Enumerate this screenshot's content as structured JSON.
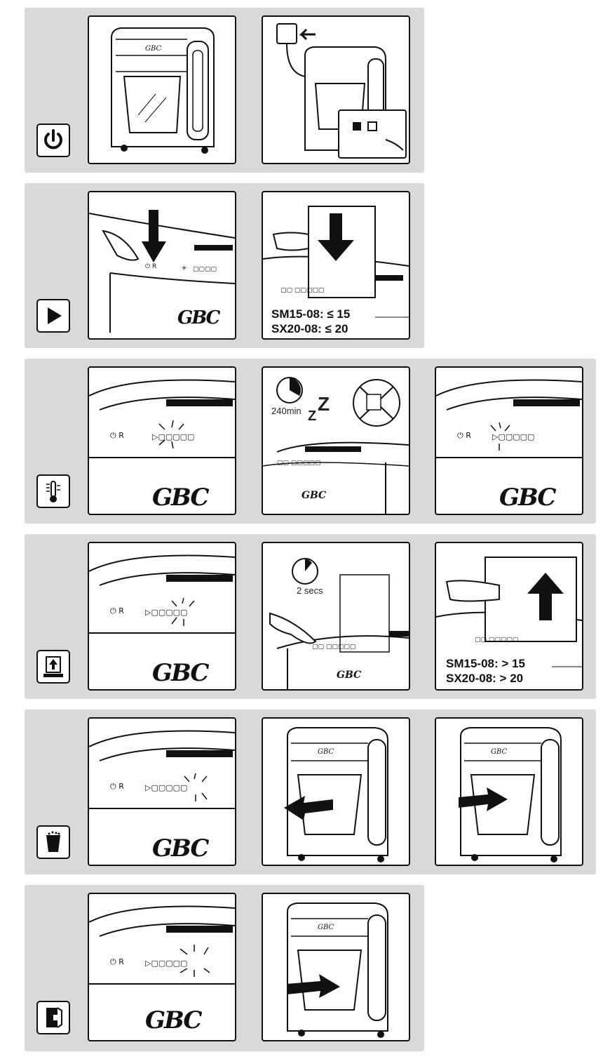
{
  "steps": [
    {
      "id": "power",
      "icon": "power-icon"
    },
    {
      "id": "start",
      "icon": "play-icon"
    },
    {
      "id": "overheat",
      "icon": "thermometer-icon"
    },
    {
      "id": "paper-jam",
      "icon": "paper-eject-icon"
    },
    {
      "id": "bin-full",
      "icon": "bin-full-icon"
    },
    {
      "id": "door-open",
      "icon": "door-open-icon"
    }
  ],
  "logo": {
    "text": "GBC"
  },
  "capacity_normal": {
    "line1": "SM15-08: ≤ 15",
    "line2": "SX20-08: ≤ 20"
  },
  "capacity_over": {
    "line1": "SM15-08: > 15",
    "line2": "SX20-08: > 20"
  },
  "sleep_timer": {
    "text": "240min",
    "zz": "Z"
  },
  "reverse_timer": {
    "text": "2 secs"
  },
  "colors": {
    "band": "#d9d9d9",
    "ink": "#111111",
    "panel": "#ffffff"
  }
}
